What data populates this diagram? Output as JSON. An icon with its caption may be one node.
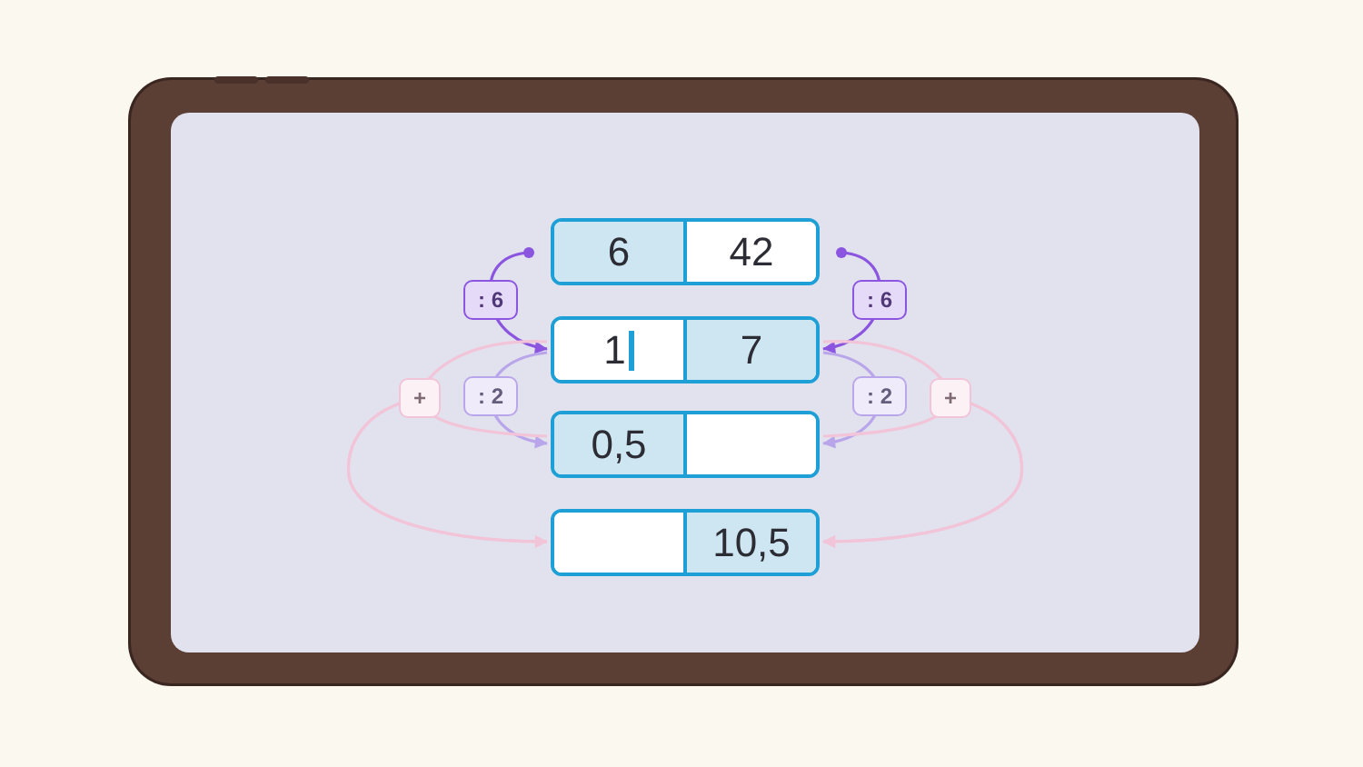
{
  "diagram": {
    "nodes": [
      {
        "text": [],
        "shape": "box"
      },
      {
        "text": [
          "6"
        ],
        "in": 0
      },
      {
        "text": [
          "42"
        ],
        "in": 0
      },
      {
        "text": [],
        "shape": "box"
      },
      {
        "text": [
          "1"
        ],
        "in": 3
      },
      {
        "text": [
          "7"
        ],
        "in": 3
      },
      {
        "text": [],
        "shape": "box"
      },
      {
        "text": [
          "0,5"
        ],
        "in": 6
      },
      {
        "text": [],
        "shape": "box",
        "in": 6
      },
      {
        "text": [],
        "shape": "box"
      },
      {
        "text": [],
        "shape": "box",
        "in": 9
      },
      {
        "text": [
          "10,5"
        ],
        "in": 9
      }
    ],
    "edges": [
      {
        "from": 0,
        "to": 3,
        "arrow": "to",
        "label": ": 6",
        "color": "#8b55e0"
      },
      {
        "from": 0,
        "to": 3,
        "arrow": "to",
        "label": ": 6",
        "color": "#8b55e0"
      },
      {
        "from": 3,
        "to": 6,
        "arrow": "to",
        "label": ": 2",
        "color": "#b9a6ea"
      },
      {
        "from": 3,
        "to": 6,
        "arrow": "to",
        "label": ": 2",
        "color": "#b9a6ea"
      },
      {
        "from": 3,
        "to": 9,
        "arrow": "to",
        "label": "+",
        "color": "#f2c4d8"
      },
      {
        "from": 6,
        "to": 9,
        "arrow": "to",
        "color": "#f2c4d8"
      },
      {
        "from": 3,
        "to": 9,
        "arrow": "to",
        "label": "+",
        "color": "#f2c4d8"
      },
      {
        "from": 6,
        "to": 9,
        "arrow": "to",
        "color": "#f2c4d8"
      }
    ]
  }
}
